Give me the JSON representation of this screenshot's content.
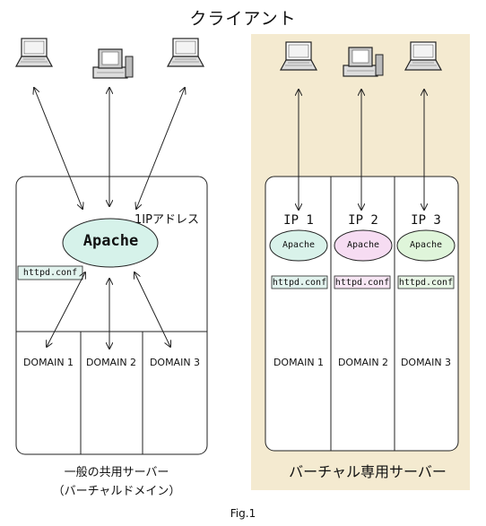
{
  "title": "クライアント",
  "general_server": {
    "ip_label": "1IPアドレス",
    "apache_label": "Apache",
    "conf_label": "httpd.conf",
    "domains": [
      "DOMAIN 1",
      "DOMAIN 2",
      "DOMAIN 3"
    ],
    "caption_line1": "一般の共用サーバー",
    "caption_line2": "（バーチャルドメイン）"
  },
  "virtual_server": {
    "caption": "バーチャル専用サーバー",
    "columns": [
      {
        "ip": "IP 1",
        "apache": "Apache",
        "conf": "httpd.conf",
        "domain": "DOMAIN 1",
        "color": "#d9f2ea"
      },
      {
        "ip": "IP 2",
        "apache": "Apache",
        "conf": "httpd.conf",
        "domain": "DOMAIN 2",
        "color": "#f6dcf2"
      },
      {
        "ip": "IP 3",
        "apache": "Apache",
        "conf": "httpd.conf",
        "domain": "DOMAIN 3",
        "color": "#dff5da"
      }
    ]
  },
  "figure_label": "Fig.1",
  "colors": {
    "panel_bg": "#f4ead0",
    "apache_main": "#d6f2ea",
    "conf_main": "#e2f3ee",
    "conf_ip2": "#f7e6f4",
    "conf_ip3": "#e8f6e6",
    "arrow": "#222222"
  },
  "icons": [
    "laptop-icon",
    "desktop-computer-icon",
    "laptop-icon",
    "laptop-icon",
    "desktop-computer-icon",
    "laptop-icon"
  ]
}
